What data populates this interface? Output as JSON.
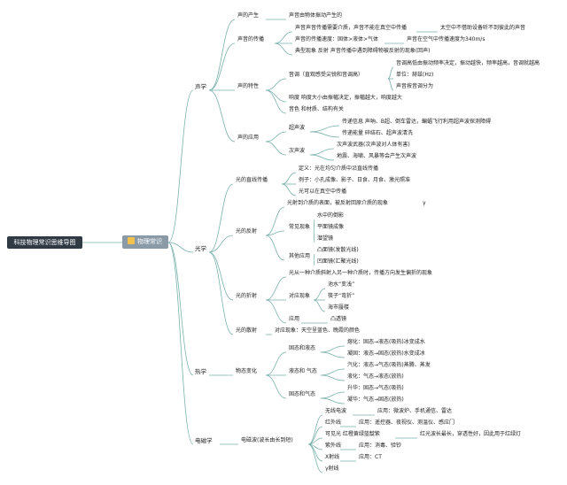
{
  "root": {
    "label": "科技物理常识思维导图"
  },
  "central": {
    "label": "物理常识",
    "icon": "folder-icon",
    "icon_color": "#f2c14e",
    "fill": "#8a9aa6"
  },
  "colors": {
    "line": "#7ab1ac",
    "root_fill": "#2f3a45",
    "text": "#222222"
  },
  "sections": {
    "sound": {
      "label": "声学",
      "origin": {
        "label": "声的产生",
        "desc": "声音由物体振动产生的"
      },
      "spread": {
        "label": "声音的传播",
        "medium": "声音声音传播需要介质，声音不能在真空中传播",
        "medium_note": "太空中不借助设备听不到彼此的声音",
        "speed": "声音的传播速度：固体>液体>气体",
        "speed_note": "声音在空气中传播速度为340m/s",
        "echo": "典型现象 反射 声音传播中遇到障碍物被反射的现象(回声)"
      },
      "traits": {
        "label": "声的特性",
        "tone": "音调（直观感受尖锐和音调高）",
        "tone_a": "音调高低由振动频率决定，振动越快，频率越高，音调就越高",
        "tone_b": "单位：赫兹(Hz)",
        "tone_c": "声音按音调分为",
        "loud": "响度 响度大小由振幅决定，振幅越大，响度越大",
        "timbre": "音色 和材质、结构有关"
      },
      "use": {
        "label": "声的应用",
        "ultra": "超声波",
        "ultra_a": "传递信息 声呐、B超、倒车雷达，蝙蝠飞行利用超声波探测障碍",
        "ultra_b": "传递能量 碎结石、超声波清洗",
        "infra": "次声波",
        "infra_a": "次声波武器(次声波对人体有害)",
        "infra_b": "地震、海啸、风暴等会产生次声波"
      }
    },
    "light": {
      "label": "光学",
      "straight": {
        "label": "光的直线传播",
        "def": "定义：光在均匀介质中沿直线传播",
        "examples": "例子：小孔成像、影子、日食、月食、激光照准",
        "vacuum": "光可以在真空中传播"
      },
      "reflect": {
        "label": "光的反射",
        "def": "光射到介质的表面，被反射回原介质的现象",
        "mark": "γ",
        "common": "常见现象",
        "c1": "水中的倒影",
        "c2": "平面镜成像",
        "c3": "潜望镜",
        "other": "其他应用",
        "o1": "凸面镜(发散光线)",
        "o2": "凹面镜(汇聚光线)"
      },
      "refract": {
        "label": "光的折射",
        "def": "光从一种介质斜射入另一种介质时，传播方向发生偏折的现象",
        "common": "对应现象",
        "c1": "池水“变浅”",
        "c2": "筷子“弯折”",
        "c3": "海市蜃楼",
        "app": "应用",
        "app_a": "凸透镜"
      },
      "disperse": {
        "label": "光的散射",
        "desc": "对应现象：天空呈蓝色、晚霞的颜色"
      }
    },
    "heat": {
      "label": "热学",
      "change": {
        "label": "物态变化",
        "solid_liquid": "固态和液态",
        "sl_a": "熔化：固态→液态(吸热)冰变成水",
        "sl_b": "凝固：液态→固态(放热)水变成冰",
        "liquid_gas": "液态和 气态",
        "lg_a": "汽化：液态→气态(吸热)蒸腾、蒸发",
        "lg_b": "液化：气态→液态(放热)",
        "solid_gas": "固态和气态",
        "sg_a": "升华：固态→气态(吸热)",
        "sg_b": "凝华：气态→固态(放热)"
      }
    },
    "em": {
      "label": "电磁学",
      "wave": {
        "label": "电磁波(波长由长到短)",
        "radio": "无线电波",
        "radio_a": "应用：微波炉、手机通信、雷达",
        "ir": "红外线",
        "ir_a": "应用：遥控器、夜视仪、测温仪、感应门",
        "visible": "可见光 红橙黄绿蓝靛紫",
        "visible_a": "红光波长最长，穿透性好，因此用于红绿灯",
        "uv": "紫外线",
        "uv_a": "应用：消毒、验钞",
        "xray": "X射线",
        "xray_a": "应用：CT",
        "gamma": "γ射线"
      }
    }
  }
}
